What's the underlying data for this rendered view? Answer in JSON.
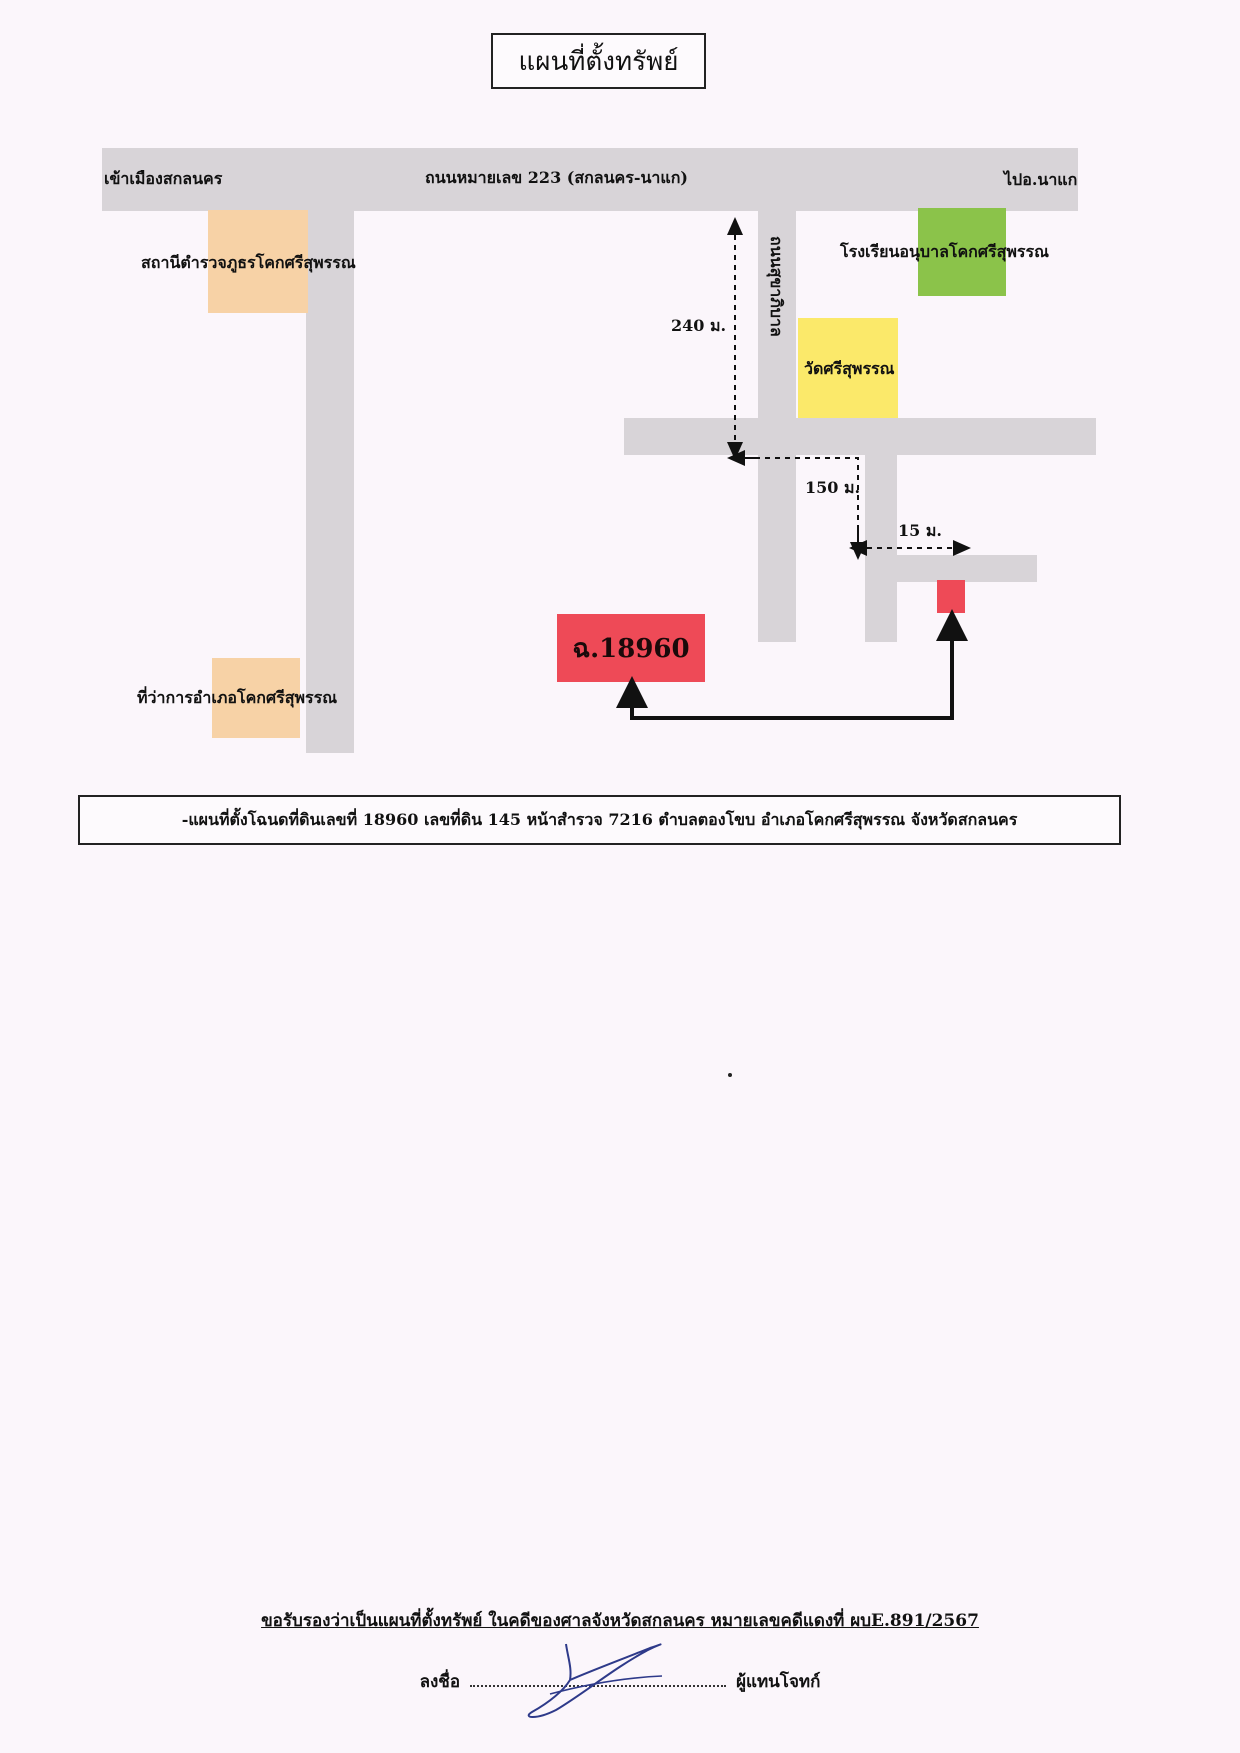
{
  "title": "แผนที่ตั้งทรัพย์",
  "map": {
    "main_road_label": "ถนนหมายเลข 223 (สกลนคร-นาแก)",
    "left_end_label": "เข้าเมืองสกลนคร",
    "right_end_label": "ไปอ.นาแก",
    "side_road_label": "ถนนสุขาภิบาล",
    "landmarks": {
      "police_station": "สถานีตำรวจภูธรโคกศรีสุพรรณ",
      "district_office": "ที่ว่าการอำเภอโคกศรีสุพรรณ",
      "kindergarten": "โรงเรียนอนุบาลโคกศรีสุพรรณ",
      "temple": "วัดศรีสุพรรณ"
    },
    "distances": {
      "d240": "240 ม.",
      "d150": "150 ม.",
      "d15": "15 ม."
    },
    "plot_label": "ฉ.18960",
    "colors": {
      "road": "#d8d4d8",
      "police_station": "#f7d2a6",
      "district_office": "#f7d2a6",
      "kindergarten": "#8bc34a",
      "temple": "#fbe96a",
      "plot": "#ee4a57"
    }
  },
  "info_text": "-แผนที่ตั้งโฉนดที่ดินเลขที่  18960  เลขที่ดิน  145  หน้าสำรวจ  7216  ตำบลตองโขบ  อำเภอโคกศรีสุพรรณ  จังหวัดสกลนคร",
  "certification": "ขอรับรองว่าเป็นแผนที่ตั้งทรัพย์  ในคดีของศาลจังหวัดสกลนคร หมายเลขคดีแดงที่  ผบE.891/2567",
  "signature": {
    "prefix": "ลงชื่อ",
    "suffix": "ผู้แทนโจทก์"
  }
}
